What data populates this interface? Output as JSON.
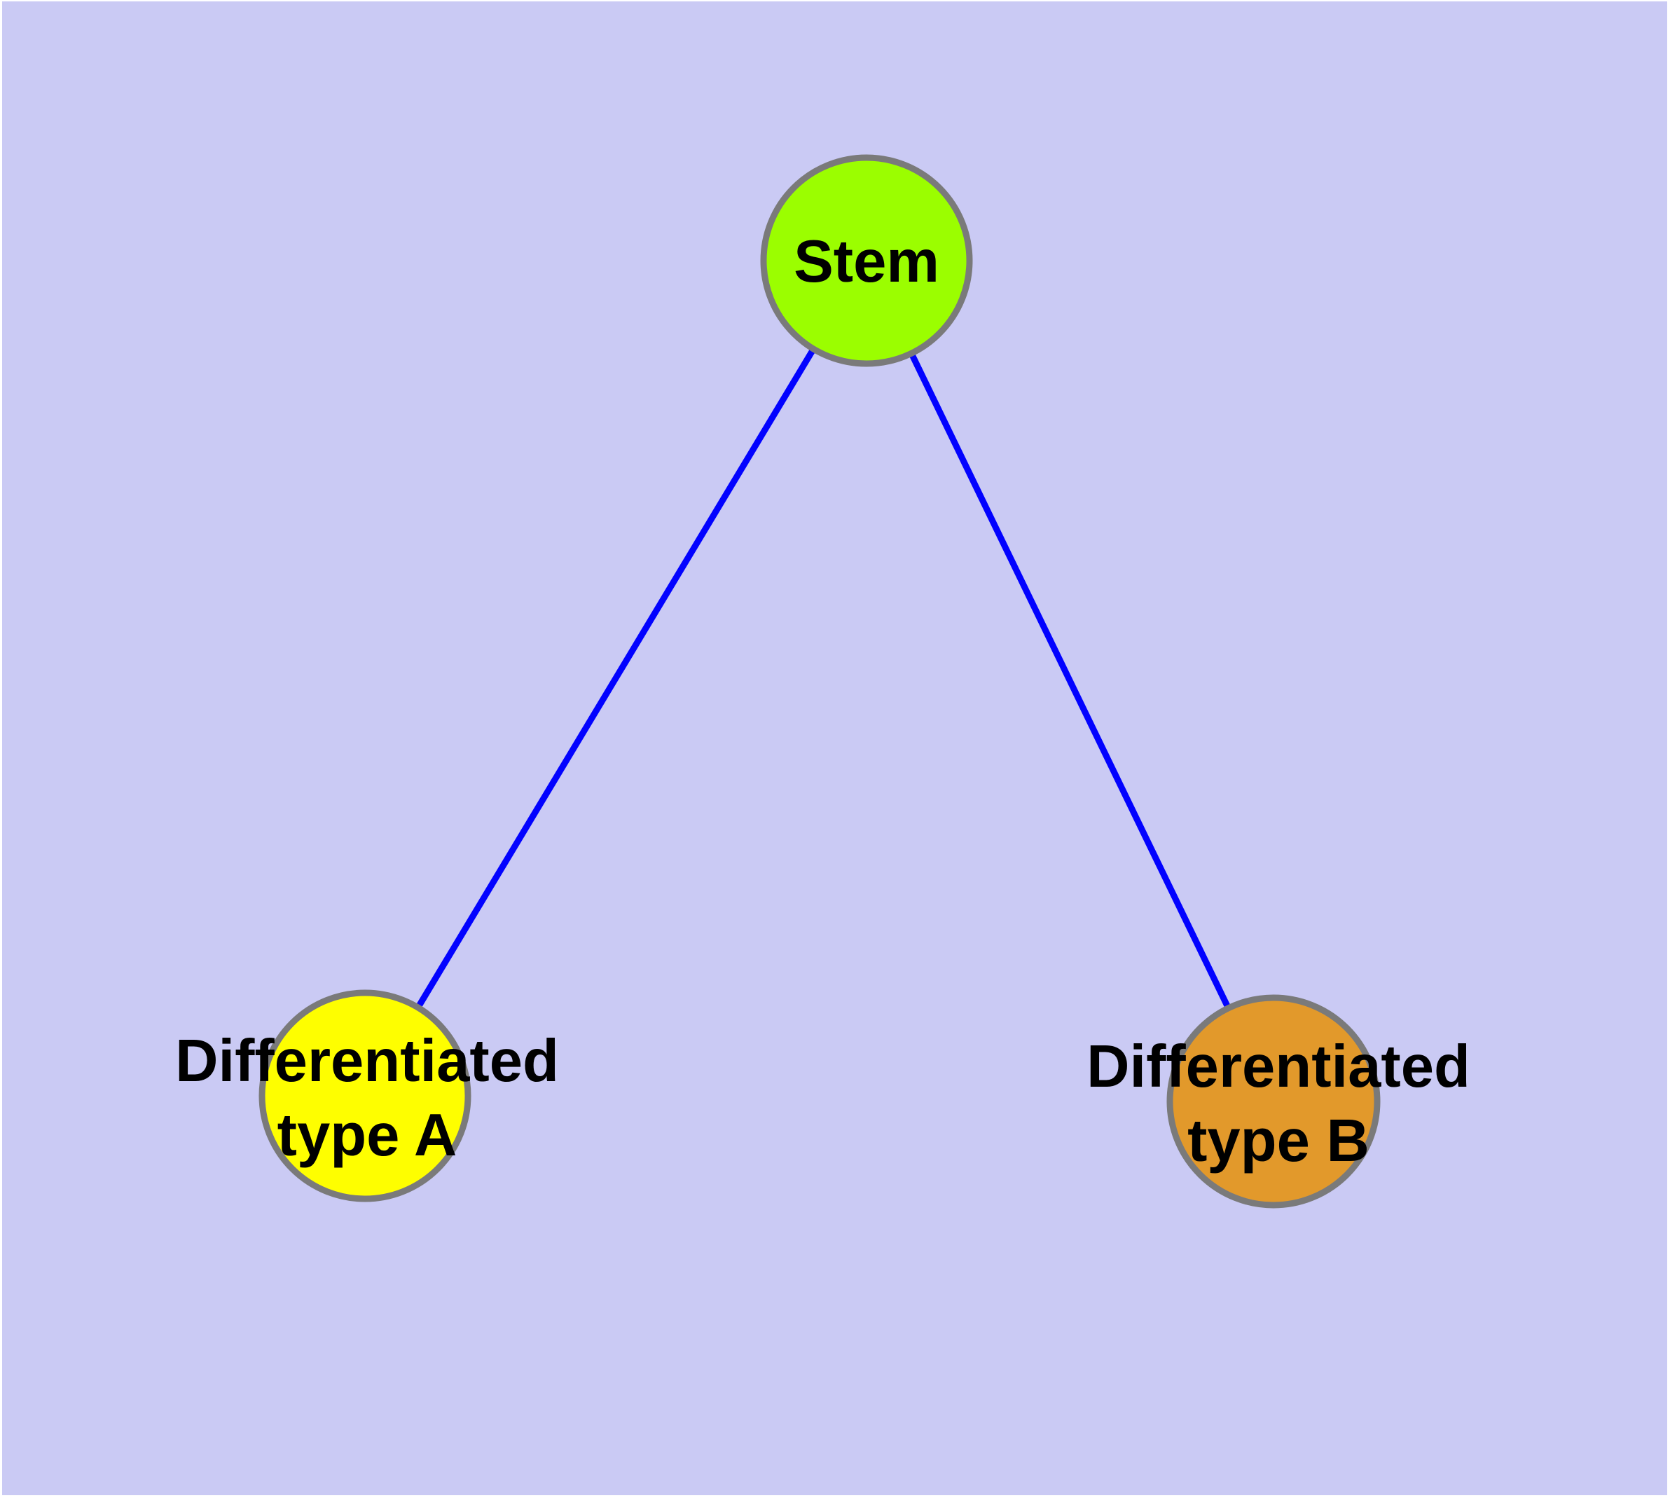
{
  "canvas": {
    "margin_color": "#ffffff",
    "background_color": "#cacaf4"
  },
  "diagram": {
    "type": "node-link-graph",
    "text_color": "#000000",
    "nodes": [
      {
        "id": "stem",
        "label": "Stem",
        "color": "#9bfe00",
        "border_color": "#7a7a7a"
      },
      {
        "id": "type-a",
        "label": "Differentiated\ntype A",
        "color": "#fefe00",
        "border_color": "#7a7a7a"
      },
      {
        "id": "type-b",
        "label": "Differentiated\ntype B",
        "color": "#e2992b",
        "border_color": "#7a7a7a"
      }
    ],
    "edges": [
      {
        "from": "stem",
        "to": "type-a",
        "color": "#0202ff"
      },
      {
        "from": "stem",
        "to": "type-b",
        "color": "#0202ff"
      }
    ]
  }
}
